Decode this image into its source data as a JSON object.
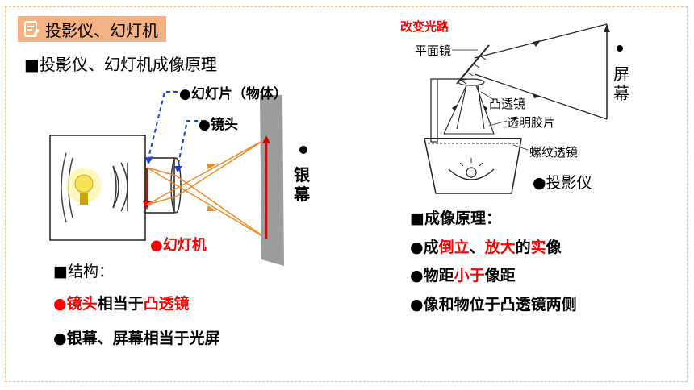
{
  "title": "投影仪、幻灯机",
  "left": {
    "heading": "■投影仪、幻灯机成像原理",
    "label_slide": "●幻灯片（物体）",
    "label_lens": "●镜头",
    "label_screen": "银幕",
    "label_projector": "●幻灯机",
    "structure_heading": "■结构：",
    "line1": {
      "bullet": "●",
      "part1": "镜头",
      "part2": "相当于",
      "part3": "凸透镜"
    },
    "line2": "●银幕、屏幕相当于光屏"
  },
  "right": {
    "change_path": "改变光路",
    "label_mirror": "平面镜",
    "label_convex": "凸透镜",
    "label_film": "透明胶片",
    "label_fresnel": "螺纹透镜",
    "label_screen": "屏幕",
    "label_projector": "●投影仪",
    "principle_heading": "■成像原理：",
    "p1": {
      "a": "●成",
      "b": "倒立",
      "c": "、",
      "d": "放大",
      "e": "的",
      "f": "实",
      "g": "像"
    },
    "p2": {
      "a": "●物距",
      "b": "小于",
      "c": "像距"
    },
    "p3": "●像和物位于凸透镜两侧"
  },
  "colors": {
    "accent": "#f4b183",
    "red": "#ff0000",
    "ray": "#f08a24",
    "dash": "#1f3cd6"
  }
}
